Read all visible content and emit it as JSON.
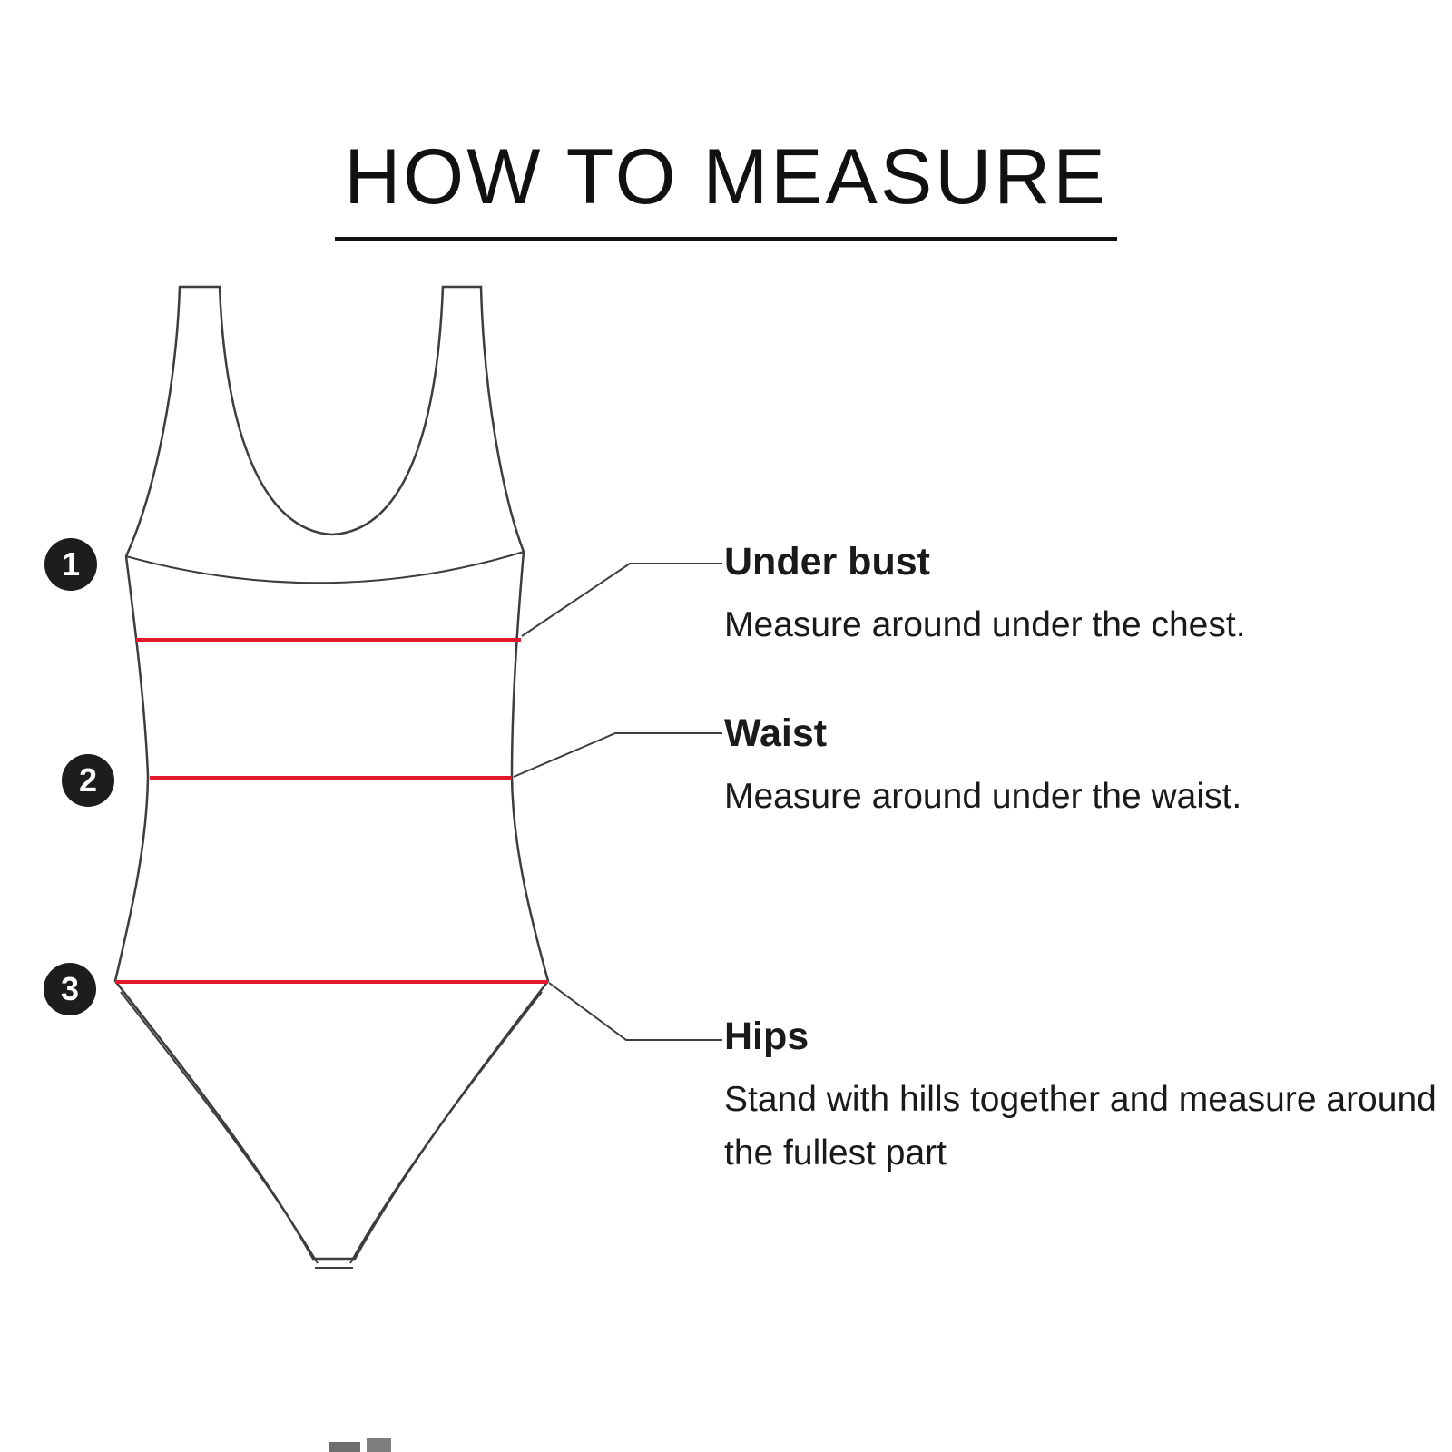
{
  "title": "HOW TO MEASURE",
  "figure": {
    "markers": [
      {
        "number": "1"
      },
      {
        "number": "2"
      },
      {
        "number": "3"
      }
    ]
  },
  "measurements": [
    {
      "label": "Under bust",
      "description": "Measure around under the chest."
    },
    {
      "label": "Waist",
      "description": "Measure around under the waist."
    },
    {
      "label": "Hips",
      "description": "Stand with hills together and measure around  the fullest part"
    }
  ],
  "colors": {
    "measure_line": "#e4182b",
    "outline": "#3d3d3d",
    "marker_bg": "#1d1d1d",
    "marker_text": "#ffffff"
  }
}
